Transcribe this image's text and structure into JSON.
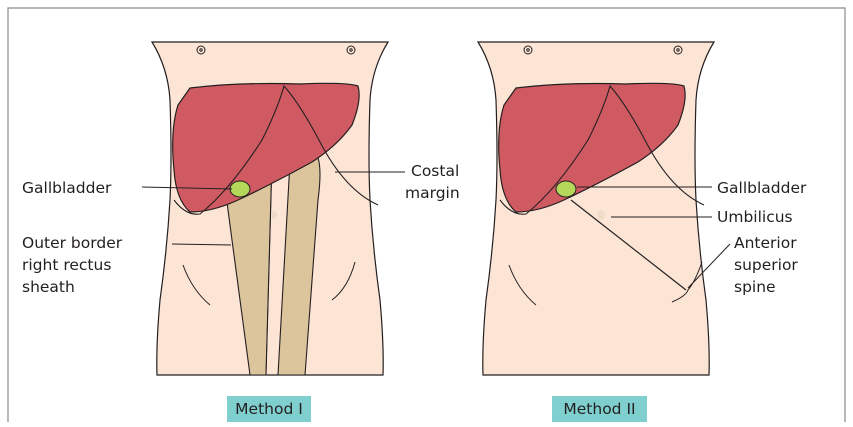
{
  "panels": [
    {
      "caption": "Method I"
    },
    {
      "caption": "Method II"
    }
  ],
  "labels": {
    "gallbladder": "Gallbladder",
    "outer_border": [
      "Outer border",
      "right rectus",
      "sheath"
    ],
    "costal_margin": [
      "Costal",
      "margin"
    ],
    "gallbladder_right": "Gallbladder",
    "umbilicus": "Umbilicus",
    "asis": [
      "Anterior",
      "superior",
      "spine"
    ]
  },
  "colors": {
    "skin": "#fde5d6",
    "liver": "#d05a62",
    "gallbladder": "#b6d85a",
    "rectus_sheath": "#dcc49c",
    "badge": "#7fcfcf",
    "outline": "#231f20",
    "frame": "#8a8a8a"
  }
}
